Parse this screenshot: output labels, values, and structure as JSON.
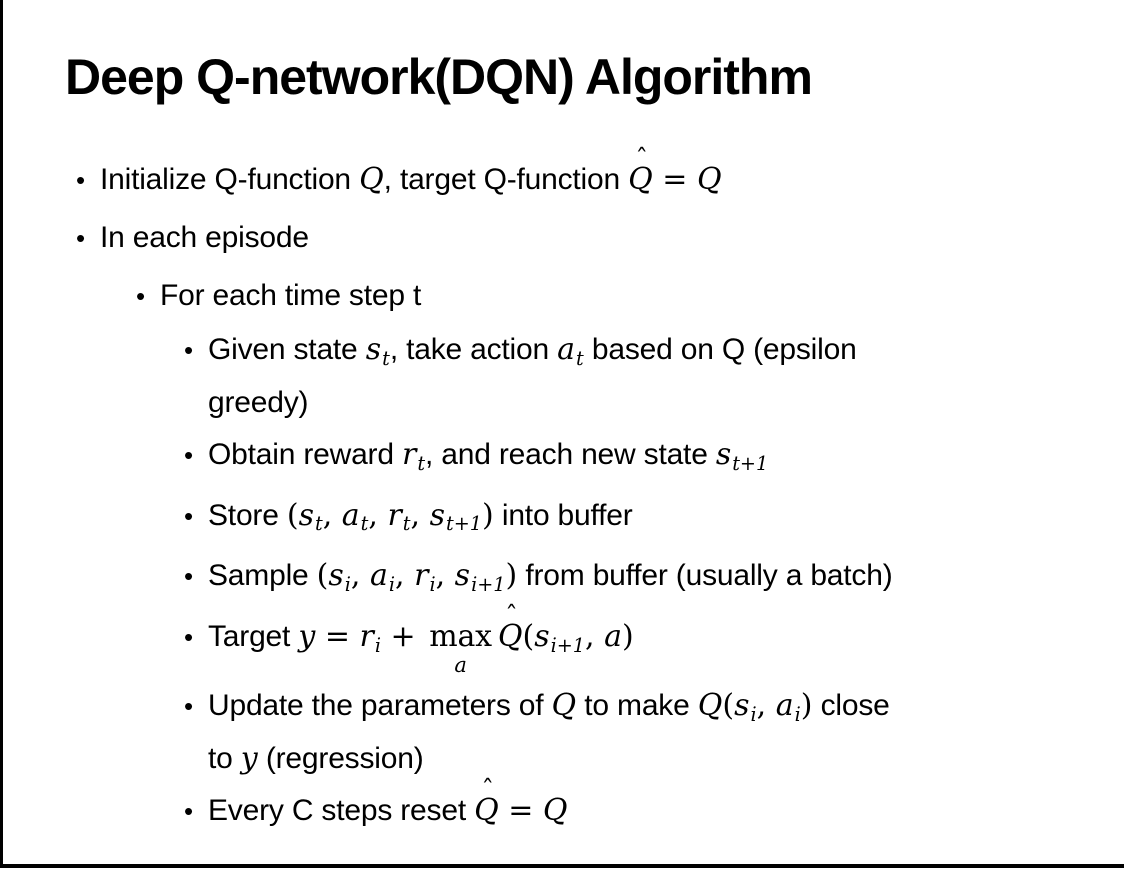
{
  "slide": {
    "title": "Deep Q-network(DQN) Algorithm",
    "bullet_glyph": "•",
    "text_color": "#000000",
    "background_color": "#ffffff",
    "bullets": [
      {
        "level": 1,
        "segments": [
          {
            "k": "t",
            "x": "Initialize Q-function "
          },
          {
            "k": "v",
            "x": "Q"
          },
          {
            "k": "t",
            "x": ", target Q-function "
          },
          {
            "k": "hat",
            "x": "Q"
          },
          {
            "k": "m",
            "x": " = "
          },
          {
            "k": "v",
            "x": "Q"
          }
        ]
      },
      {
        "level": 1,
        "segments": [
          {
            "k": "t",
            "x": "In each episode"
          }
        ]
      },
      {
        "level": 2,
        "segments": [
          {
            "k": "t",
            "x": "For each time step t"
          }
        ]
      },
      {
        "level": 3,
        "segments": [
          {
            "k": "t",
            "x": "Given state "
          },
          {
            "k": "v",
            "x": "s",
            "sub": "t"
          },
          {
            "k": "t",
            "x": ", take action "
          },
          {
            "k": "v",
            "x": "a",
            "sub": "t"
          },
          {
            "k": "t",
            "x": " based on Q (epsilon"
          },
          {
            "k": "br"
          },
          {
            "k": "t",
            "x": "greedy)"
          }
        ]
      },
      {
        "level": 3,
        "segments": [
          {
            "k": "t",
            "x": "Obtain reward "
          },
          {
            "k": "v",
            "x": "r",
            "sub": "t"
          },
          {
            "k": "t",
            "x": ", and reach new state "
          },
          {
            "k": "v",
            "x": "s",
            "sub": "t+1"
          }
        ]
      },
      {
        "level": 3,
        "segments": [
          {
            "k": "t",
            "x": "Store "
          },
          {
            "k": "m",
            "x": "("
          },
          {
            "k": "v",
            "x": "s",
            "sub": "t"
          },
          {
            "k": "m",
            "x": ", "
          },
          {
            "k": "v",
            "x": "a",
            "sub": "t"
          },
          {
            "k": "m",
            "x": ", "
          },
          {
            "k": "v",
            "x": "r",
            "sub": "t"
          },
          {
            "k": "m",
            "x": ", "
          },
          {
            "k": "v",
            "x": "s",
            "sub": "t+1"
          },
          {
            "k": "m",
            "x": ")"
          },
          {
            "k": "t",
            "x": " into buffer"
          }
        ]
      },
      {
        "level": 3,
        "segments": [
          {
            "k": "t",
            "x": "Sample "
          },
          {
            "k": "m",
            "x": "("
          },
          {
            "k": "v",
            "x": "s",
            "sub": "i"
          },
          {
            "k": "m",
            "x": ", "
          },
          {
            "k": "v",
            "x": "a",
            "sub": "i"
          },
          {
            "k": "m",
            "x": ", "
          },
          {
            "k": "v",
            "x": "r",
            "sub": "i"
          },
          {
            "k": "m",
            "x": ", "
          },
          {
            "k": "v",
            "x": "s",
            "sub": "i+1"
          },
          {
            "k": "m",
            "x": ")"
          },
          {
            "k": "t",
            "x": " from buffer (usually a batch)"
          }
        ]
      },
      {
        "level": 3,
        "segments": [
          {
            "k": "t",
            "x": "Target "
          },
          {
            "k": "v",
            "x": "y"
          },
          {
            "k": "m",
            "x": " = "
          },
          {
            "k": "v",
            "x": "r",
            "sub": "i"
          },
          {
            "k": "m",
            "x": " + "
          },
          {
            "k": "max",
            "op": "max",
            "sub": "a"
          },
          {
            "k": "hat",
            "x": "Q"
          },
          {
            "k": "m",
            "x": "("
          },
          {
            "k": "v",
            "x": "s",
            "sub": "i+1"
          },
          {
            "k": "m",
            "x": ", "
          },
          {
            "k": "v",
            "x": "a"
          },
          {
            "k": "m",
            "x": ")"
          }
        ]
      },
      {
        "level": 3,
        "segments": [
          {
            "k": "t",
            "x": "Update the parameters of "
          },
          {
            "k": "v",
            "x": "Q"
          },
          {
            "k": "t",
            "x": " to make "
          },
          {
            "k": "v",
            "x": "Q"
          },
          {
            "k": "m",
            "x": "("
          },
          {
            "k": "v",
            "x": "s",
            "sub": "i"
          },
          {
            "k": "m",
            "x": ", "
          },
          {
            "k": "v",
            "x": "a",
            "sub": "i"
          },
          {
            "k": "m",
            "x": ")"
          },
          {
            "k": "t",
            "x": " close"
          },
          {
            "k": "br"
          },
          {
            "k": "t",
            "x": "to "
          },
          {
            "k": "v",
            "x": "y"
          },
          {
            "k": "t",
            "x": " (regression)"
          }
        ]
      },
      {
        "level": 3,
        "segments": [
          {
            "k": "t",
            "x": "Every C steps reset "
          },
          {
            "k": "hat",
            "x": "Q"
          },
          {
            "k": "m",
            "x": " = "
          },
          {
            "k": "v",
            "x": "Q"
          }
        ]
      }
    ]
  }
}
